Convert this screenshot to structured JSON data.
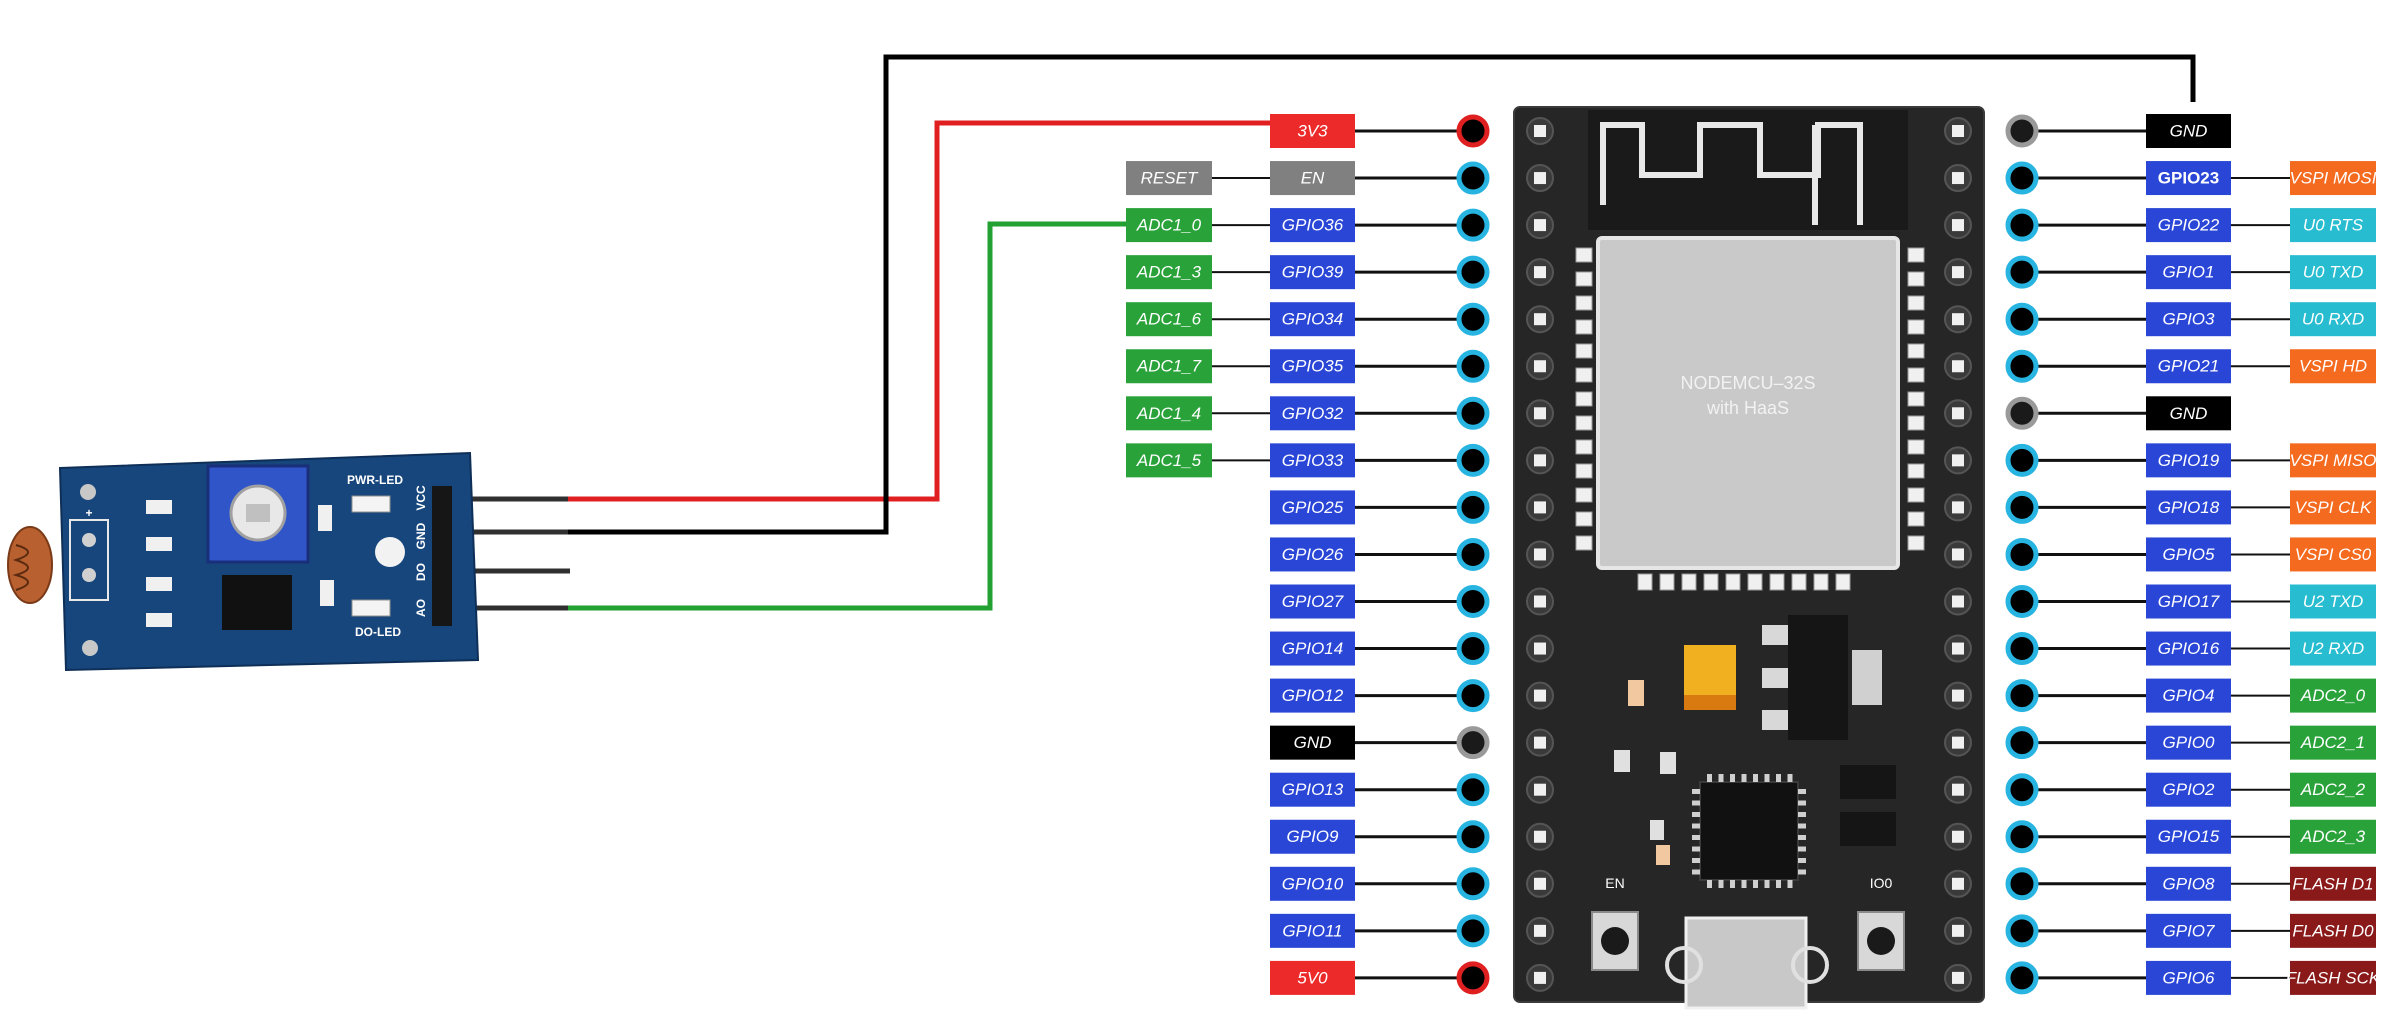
{
  "board": {
    "chip_label_line1": "NODEMCU–32S",
    "chip_label_line2": "with HaaS",
    "button_en_label": "EN",
    "button_io0_label": "IO0"
  },
  "sensor": {
    "pwr_led_label": "PWR-LED",
    "do_led_label": "DO-LED",
    "pin_labels": [
      "VCC",
      "GND",
      "DO",
      "AO"
    ],
    "plus_mark": "+"
  },
  "colors": {
    "power": "#ec2a2a",
    "reset": "#808080",
    "gpio": "#2a46d6",
    "ground": "#000000",
    "adc": "#2aa23a",
    "vspi": "#f46a1f",
    "uart": "#27bcd0",
    "flash": "#8a1a1a",
    "wire_red": "#e02020",
    "wire_black": "#000000",
    "wire_green": "#22a030"
  },
  "left_pins": [
    {
      "name": "3V3",
      "type": "power",
      "func": []
    },
    {
      "name": "EN",
      "type": "reset",
      "func": [
        {
          "text": "RESET",
          "type": "reset"
        }
      ]
    },
    {
      "name": "GPIO36",
      "type": "gpio",
      "func": [
        {
          "text": "ADC1_0",
          "type": "adc"
        }
      ]
    },
    {
      "name": "GPIO39",
      "type": "gpio",
      "func": [
        {
          "text": "ADC1_3",
          "type": "adc"
        }
      ]
    },
    {
      "name": "GPIO34",
      "type": "gpio",
      "func": [
        {
          "text": "ADC1_6",
          "type": "adc"
        }
      ]
    },
    {
      "name": "GPIO35",
      "type": "gpio",
      "func": [
        {
          "text": "ADC1_7",
          "type": "adc"
        }
      ]
    },
    {
      "name": "GPIO32",
      "type": "gpio",
      "func": [
        {
          "text": "ADC1_4",
          "type": "adc"
        }
      ]
    },
    {
      "name": "GPIO33",
      "type": "gpio",
      "func": [
        {
          "text": "ADC1_5",
          "type": "adc"
        }
      ]
    },
    {
      "name": "GPIO25",
      "type": "gpio",
      "func": []
    },
    {
      "name": "GPIO26",
      "type": "gpio",
      "func": []
    },
    {
      "name": "GPIO27",
      "type": "gpio",
      "func": []
    },
    {
      "name": "GPIO14",
      "type": "gpio",
      "func": []
    },
    {
      "name": "GPIO12",
      "type": "gpio",
      "func": []
    },
    {
      "name": "GND",
      "type": "ground",
      "func": []
    },
    {
      "name": "GPIO13",
      "type": "gpio",
      "func": []
    },
    {
      "name": "GPIO9",
      "type": "gpio",
      "func": []
    },
    {
      "name": "GPIO10",
      "type": "gpio",
      "func": []
    },
    {
      "name": "GPIO11",
      "type": "gpio",
      "func": []
    },
    {
      "name": "5V0",
      "type": "power",
      "func": []
    }
  ],
  "right_pins": [
    {
      "name": "GND",
      "type": "ground",
      "func": []
    },
    {
      "name": "GPIO23",
      "type": "gpio",
      "func": [
        {
          "text": "VSPI MOSI",
          "type": "vspi"
        }
      ]
    },
    {
      "name": "GPIO22",
      "type": "gpio",
      "func": [
        {
          "text": "U0 RTS",
          "type": "uart"
        }
      ]
    },
    {
      "name": "GPIO1",
      "type": "gpio",
      "func": [
        {
          "text": "U0 TXD",
          "type": "uart"
        }
      ]
    },
    {
      "name": "GPIO3",
      "type": "gpio",
      "func": [
        {
          "text": "U0 RXD",
          "type": "uart"
        }
      ]
    },
    {
      "name": "GPIO21",
      "type": "gpio",
      "func": [
        {
          "text": "VSPI HD",
          "type": "vspi"
        }
      ]
    },
    {
      "name": "GND",
      "type": "ground",
      "func": []
    },
    {
      "name": "GPIO19",
      "type": "gpio",
      "func": [
        {
          "text": "VSPI MISO",
          "type": "vspi"
        }
      ]
    },
    {
      "name": "GPIO18",
      "type": "gpio",
      "func": [
        {
          "text": "VSPI CLK",
          "type": "vspi"
        }
      ]
    },
    {
      "name": "GPIO5",
      "type": "gpio",
      "func": [
        {
          "text": "VSPI CS0",
          "type": "vspi"
        }
      ]
    },
    {
      "name": "GPIO17",
      "type": "gpio",
      "func": [
        {
          "text": "U2 TXD",
          "type": "uart"
        }
      ]
    },
    {
      "name": "GPIO16",
      "type": "gpio",
      "func": [
        {
          "text": "U2 RXD",
          "type": "uart"
        }
      ]
    },
    {
      "name": "GPIO4",
      "type": "gpio",
      "func": [
        {
          "text": "ADC2_0",
          "type": "adc"
        }
      ]
    },
    {
      "name": "GPIO0",
      "type": "gpio",
      "func": [
        {
          "text": "ADC2_1",
          "type": "adc"
        }
      ]
    },
    {
      "name": "GPIO2",
      "type": "gpio",
      "func": [
        {
          "text": "ADC2_2",
          "type": "adc"
        }
      ]
    },
    {
      "name": "GPIO15",
      "type": "gpio",
      "func": [
        {
          "text": "ADC2_3",
          "type": "adc"
        }
      ]
    },
    {
      "name": "GPIO8",
      "type": "gpio",
      "func": [
        {
          "text": "FLASH D1",
          "type": "flash"
        }
      ]
    },
    {
      "name": "GPIO7",
      "type": "gpio",
      "func": [
        {
          "text": "FLASH D0",
          "type": "flash"
        }
      ]
    },
    {
      "name": "GPIO6",
      "type": "gpio",
      "func": [
        {
          "text": "FLASH SCK",
          "type": "flash"
        }
      ]
    }
  ],
  "connections": [
    {
      "from": "sensor.VCC",
      "to": "3V3",
      "wire_color": "red"
    },
    {
      "from": "sensor.GND",
      "to": "GND",
      "wire_color": "black"
    },
    {
      "from": "sensor.AO",
      "to": "GPIO36",
      "wire_color": "green"
    }
  ]
}
